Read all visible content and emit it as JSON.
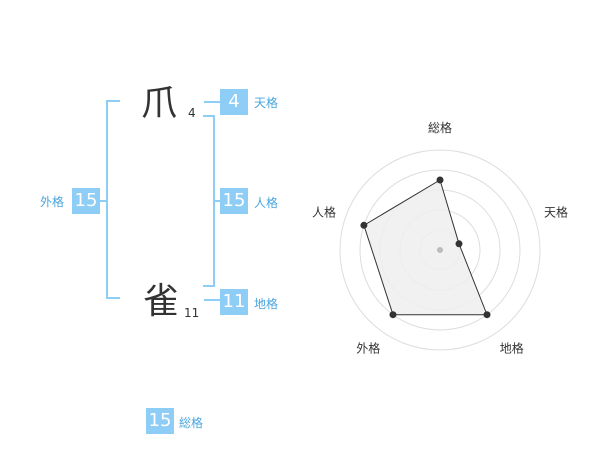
{
  "name": {
    "chars": [
      {
        "char": "爪",
        "strokes": "4"
      },
      {
        "char": "雀",
        "strokes": "11"
      }
    ]
  },
  "fortune": {
    "tenkaku": {
      "label": "天格",
      "value": "4"
    },
    "jinkaku": {
      "label": "人格",
      "value": "15"
    },
    "chikaku": {
      "label": "地格",
      "value": "11"
    },
    "gaikaku": {
      "label": "外格",
      "value": "15"
    },
    "soukaku": {
      "label": "総格",
      "value": "15"
    }
  },
  "chart_data": {
    "type": "radar",
    "axes": [
      "総格",
      "天格",
      "地格",
      "外格",
      "人格"
    ],
    "values": [
      3.5,
      1,
      4,
      4,
      4
    ],
    "max": 5,
    "rings": 5,
    "colors": {
      "fill": "#efefef",
      "stroke": "#333333",
      "ring": "#dddddd",
      "point": "#333333",
      "center": "#bbbbbb"
    }
  }
}
